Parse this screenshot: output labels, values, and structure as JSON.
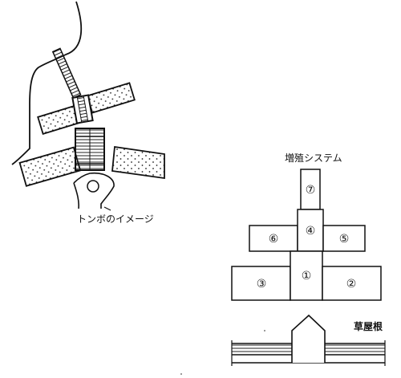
{
  "captions": {
    "dragonfly": "トンボのイメージ",
    "growth": "増殖システム",
    "roof": "草屋根"
  },
  "modules": {
    "m1": "①",
    "m2": "②",
    "m3": "③",
    "m4": "④",
    "m5": "⑤",
    "m6": "⑥",
    "m7": "⑦"
  }
}
